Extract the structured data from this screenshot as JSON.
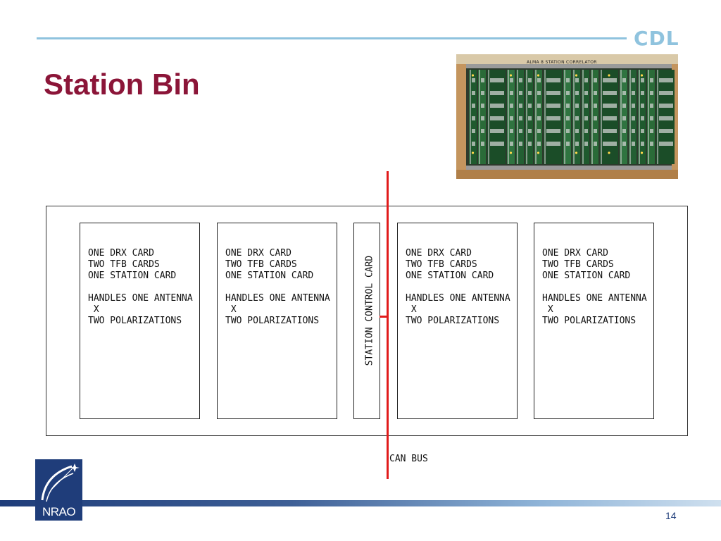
{
  "slide": {
    "brand": "CDL",
    "title": "Station Bin",
    "page_number": "14"
  },
  "photo": {
    "label": "ALMA 8 STATION CORRELATOR"
  },
  "cards": [
    {
      "lines": "ONE DRX CARD\nTWO TFB CARDS\nONE STATION CARD\n\nHANDLES ONE ANTENNA\n X\nTWO POLARIZATIONS"
    },
    {
      "lines": "ONE DRX CARD\nTWO TFB CARDS\nONE STATION CARD\n\nHANDLES ONE ANTENNA\n X\nTWO POLARIZATIONS"
    },
    {
      "lines": "ONE DRX CARD\nTWO TFB CARDS\nONE STATION CARD\n\nHANDLES ONE ANTENNA\n X\nTWO POLARIZATIONS"
    },
    {
      "lines": "ONE DRX CARD\nTWO TFB CARDS\nONE STATION CARD\n\nHANDLES ONE ANTENNA\n X\nTWO POLARIZATIONS"
    }
  ],
  "control_card": {
    "label": "STATION CONTROL CARD"
  },
  "bus": {
    "label": "CAN BUS",
    "color": "#e11b1b"
  },
  "logo": {
    "text": "NRAO",
    "icon": "radio-telescope-icon"
  },
  "colors": {
    "title": "#8b1538",
    "accent": "#8fc3de",
    "nrao_blue": "#1f3d7a"
  }
}
